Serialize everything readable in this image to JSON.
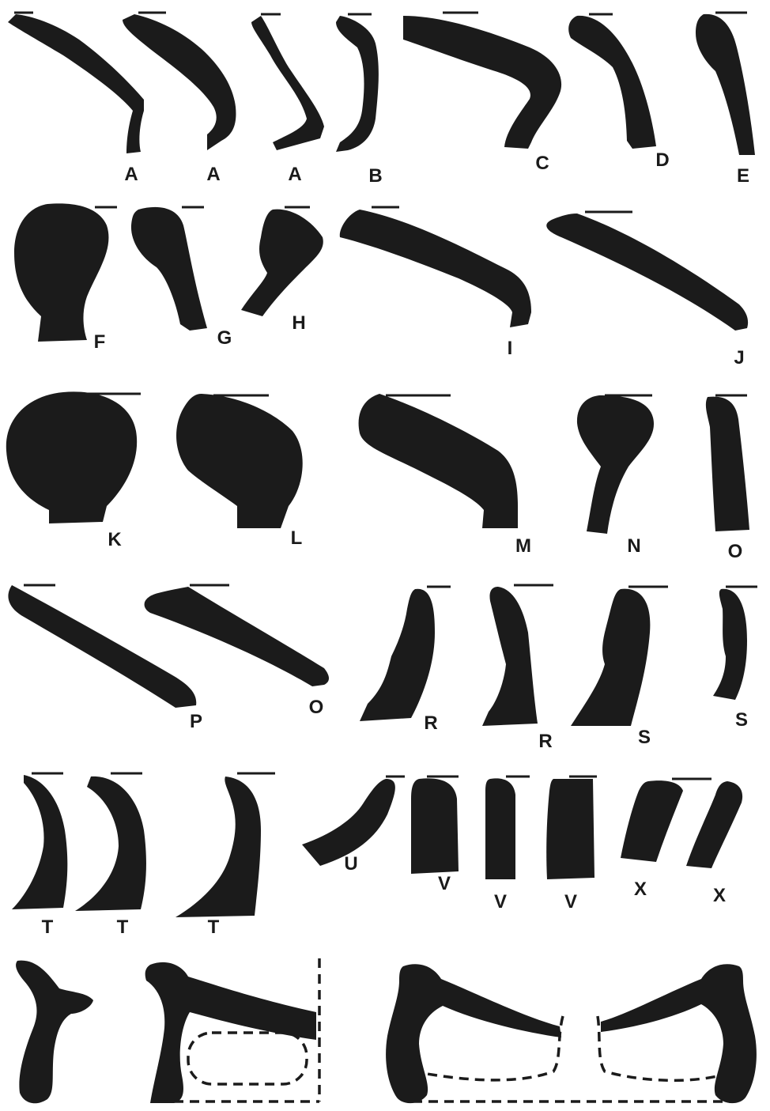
{
  "labels": {
    "row1": [
      "A",
      "A",
      "A",
      "B",
      "C",
      "D",
      "E"
    ],
    "row2": [
      "F",
      "G",
      "H",
      "I",
      "J"
    ],
    "row3": [
      "K",
      "L",
      "M",
      "N",
      "O"
    ],
    "row4": [
      "P",
      "O",
      "R",
      "R",
      "S",
      "S"
    ],
    "row5": [
      "T",
      "T",
      "T",
      "U",
      "V",
      "V",
      "V",
      "X",
      "X"
    ]
  },
  "colors": {
    "ink": "#1b1b1b",
    "paper": "#ffffff"
  }
}
